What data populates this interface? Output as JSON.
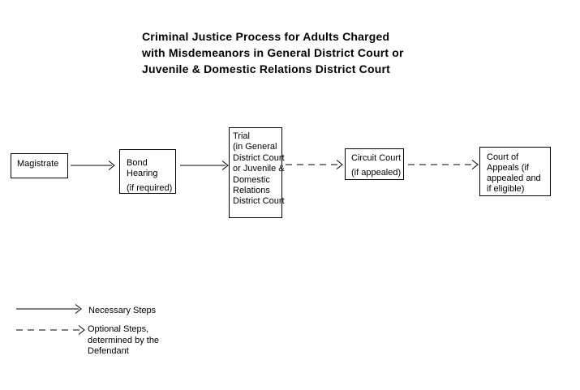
{
  "page": {
    "background_color": "#ffffff",
    "ink_color": "#000000"
  },
  "title": {
    "lines": [
      "Criminal Justice Process for Adults Charged",
      "with Misdemeanors in General District Court or",
      "Juvenile & Domestic Relations District Court"
    ]
  },
  "flowchart": {
    "boxes": [
      {
        "id": "magistrate",
        "lines": [
          "Magistrate"
        ]
      },
      {
        "id": "bond-hearing",
        "lines": [
          "Bond",
          "Hearing",
          "(if required)"
        ]
      },
      {
        "id": "trial",
        "lines": [
          "Trial",
          "(in General",
          "District Court",
          "or Juvenile &",
          "Domestic",
          "Relations",
          "District Court"
        ]
      },
      {
        "id": "circuit-court",
        "lines": [
          "Circuit Court",
          "(if appealed)"
        ]
      },
      {
        "id": "court-of-appeals",
        "lines": [
          "Court of",
          "Appeals (if",
          "appealed and",
          "if eligible)"
        ]
      }
    ],
    "connectors": [
      {
        "from": "magistrate",
        "to": "bond-hearing",
        "style": "solid"
      },
      {
        "from": "bond-hearing",
        "to": "trial",
        "style": "solid"
      },
      {
        "from": "trial",
        "to": "circuit-court",
        "style": "dashed"
      },
      {
        "from": "circuit-court",
        "to": "court-of-appeals",
        "style": "dashed"
      }
    ]
  },
  "legend": {
    "necessary": {
      "arrow_style": "solid",
      "label": "Necessary Steps"
    },
    "optional": {
      "arrow_style": "dashed",
      "label_lines": [
        "Optional Steps,",
        "determined by the",
        "Defendant"
      ]
    }
  }
}
